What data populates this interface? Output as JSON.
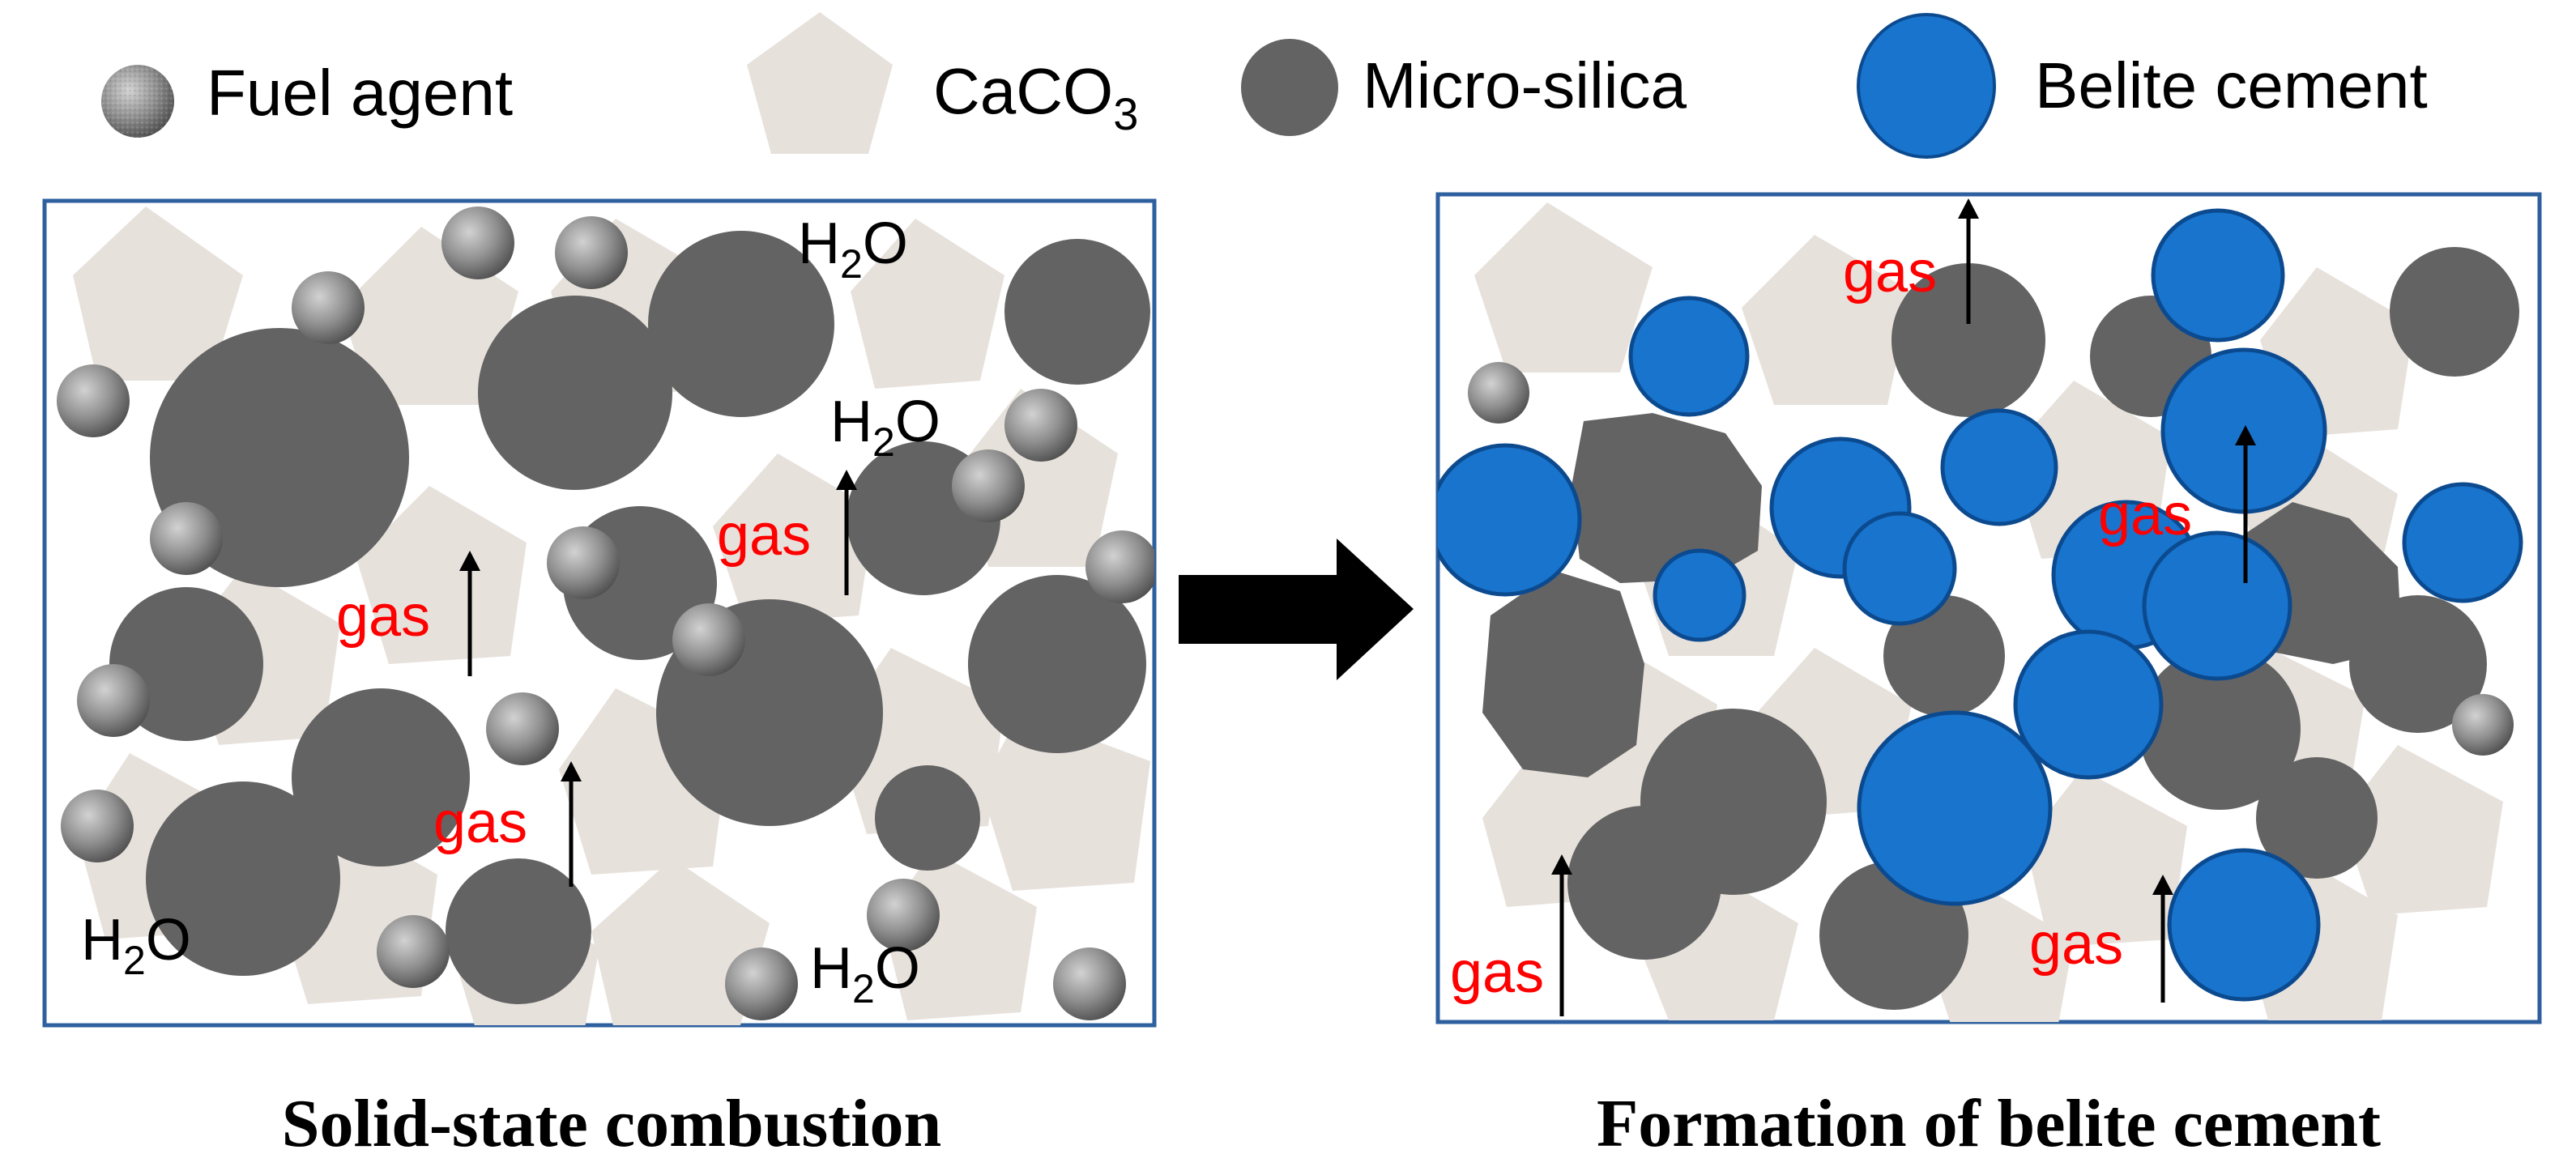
{
  "legend": {
    "fuel_agent": "Fuel agent",
    "caco3_base": "CaCO",
    "caco3_sub": "3",
    "micro_silica": "Micro-silica",
    "belite_cement": "Belite cement"
  },
  "labels": {
    "water_base": "H",
    "water_sub": "2",
    "water_tail": "O",
    "gas": "gas"
  },
  "captions": {
    "left": "Solid-state combustion",
    "right": "Formation of belite cement"
  },
  "colors": {
    "panel_border": "#2e5f9e",
    "caco3": "#e7e1dc",
    "micro_silica": "#636363",
    "belite": "#1874cd",
    "belite_border": "#0c4a8f",
    "gas_text": "#ff0000",
    "arrow": "#000000",
    "text": "#000000"
  },
  "icons": {
    "fuel_agent": "textured-gray-sphere",
    "caco3": "pentagon",
    "micro_silica": "dark-gray-circle",
    "belite_cement": "blue-circle",
    "process_arrow": "right-arrow"
  }
}
